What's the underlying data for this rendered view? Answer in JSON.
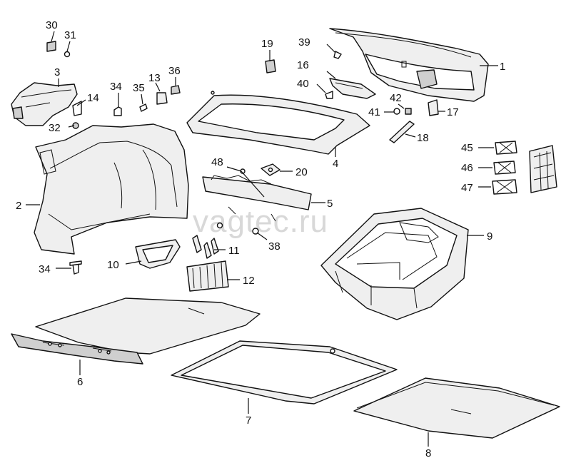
{
  "watermark": "vagtec.ru",
  "labels": [
    {
      "id": "1",
      "text": "1"
    },
    {
      "id": "2",
      "text": "2"
    },
    {
      "id": "3",
      "text": "3"
    },
    {
      "id": "4",
      "text": "4"
    },
    {
      "id": "5",
      "text": "5"
    },
    {
      "id": "6",
      "text": "6"
    },
    {
      "id": "7",
      "text": "7"
    },
    {
      "id": "8",
      "text": "8"
    },
    {
      "id": "9",
      "text": "9"
    },
    {
      "id": "10",
      "text": "10"
    },
    {
      "id": "11",
      "text": "11"
    },
    {
      "id": "12",
      "text": "12"
    },
    {
      "id": "13",
      "text": "13"
    },
    {
      "id": "14",
      "text": "14"
    },
    {
      "id": "16",
      "text": "16"
    },
    {
      "id": "17",
      "text": "17"
    },
    {
      "id": "18",
      "text": "18"
    },
    {
      "id": "19",
      "text": "19"
    },
    {
      "id": "20",
      "text": "20"
    },
    {
      "id": "30",
      "text": "30"
    },
    {
      "id": "31",
      "text": "31"
    },
    {
      "id": "32",
      "text": "32"
    },
    {
      "id": "34a",
      "text": "34"
    },
    {
      "id": "34b",
      "text": "34"
    },
    {
      "id": "35",
      "text": "35"
    },
    {
      "id": "36",
      "text": "36"
    },
    {
      "id": "38",
      "text": "38"
    },
    {
      "id": "39",
      "text": "39"
    },
    {
      "id": "40",
      "text": "40"
    },
    {
      "id": "41",
      "text": "41"
    },
    {
      "id": "42",
      "text": "42"
    },
    {
      "id": "45",
      "text": "45"
    },
    {
      "id": "46",
      "text": "46"
    },
    {
      "id": "47",
      "text": "47"
    },
    {
      "id": "48",
      "text": "48"
    }
  ]
}
